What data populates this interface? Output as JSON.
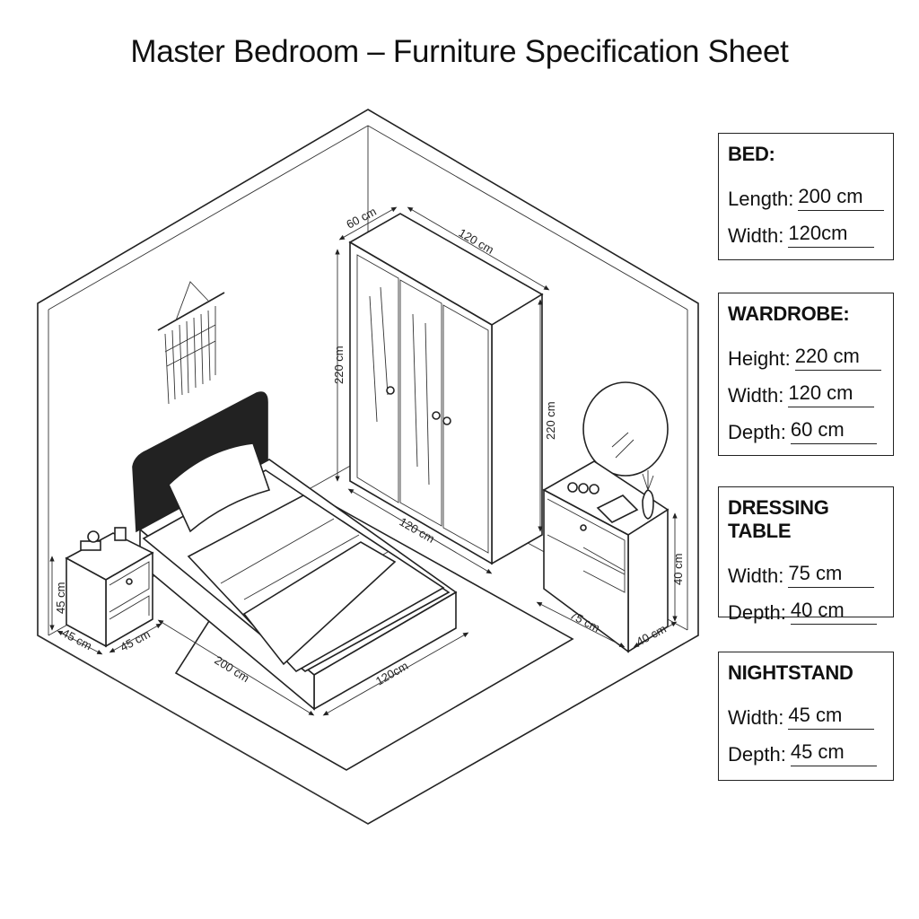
{
  "title": "Master Bedroom – Furniture Specification Sheet",
  "specs": [
    {
      "heading": "BED:",
      "rows": [
        {
          "label": "Length:",
          "value": "200 cm"
        },
        {
          "label": "Width:",
          "value": "120cm"
        }
      ]
    },
    {
      "heading": "WARDROBE:",
      "rows": [
        {
          "label": "Height:",
          "value": "220 cm"
        },
        {
          "label": "Width:",
          "value": "120 cm"
        },
        {
          "label": "Depth:",
          "value": "60 cm"
        }
      ]
    },
    {
      "heading": "DRESSING TABLE",
      "rows": [
        {
          "label": "Width:",
          "value": "75 cm"
        },
        {
          "label": "Depth:",
          "value": "40 cm"
        }
      ]
    },
    {
      "heading": "NIGHTSTAND",
      "rows": [
        {
          "label": "Width:",
          "value": "45 cm"
        },
        {
          "label": "Depth:",
          "value": "45 cm"
        }
      ]
    }
  ],
  "dimensions": {
    "wardrobe_depth_top": "60 cm",
    "wardrobe_width_top": "120 cm",
    "wardrobe_height_left": "220 cm",
    "wardrobe_height_right": "220 cm",
    "wardrobe_width_bottom": "120 cm",
    "bed_length": "200 cm",
    "bed_width": "120cm",
    "nightstand_height": "45 cm",
    "nightstand_depth": "45 cm",
    "nightstand_width": "45 cm",
    "dressing_height": "40 cm",
    "dressing_width": "75 cm",
    "dressing_depth": "40 cm"
  }
}
